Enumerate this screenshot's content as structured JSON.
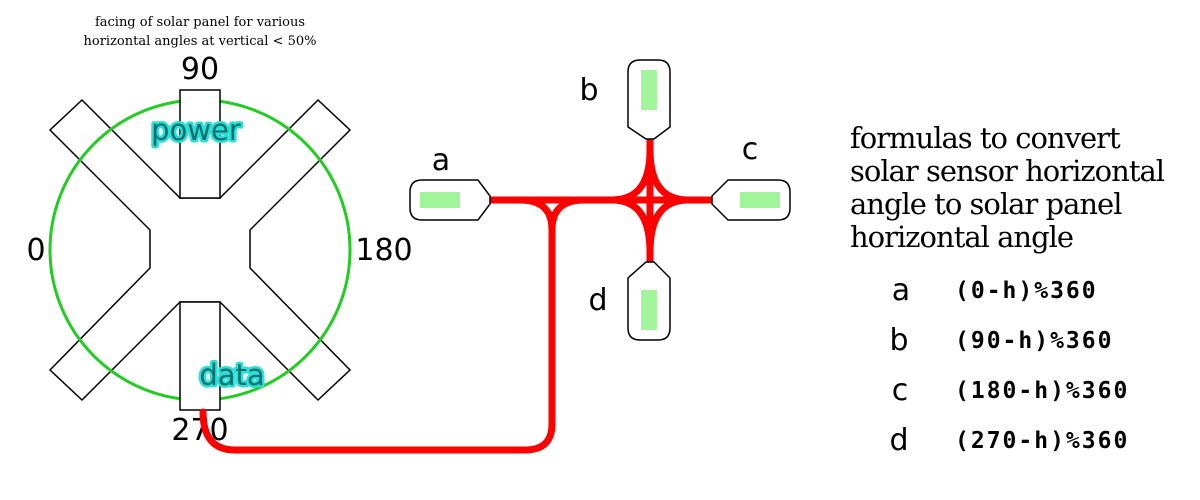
{
  "title": {
    "line1": "facing of solar panel for various",
    "line2": "horizontal angles at vertical < 50%"
  },
  "angles": {
    "top": "90",
    "left": "0",
    "right": "180",
    "bottom": "270"
  },
  "labels": {
    "power": "power",
    "data": "data"
  },
  "panels": {
    "a": "a",
    "b": "b",
    "c": "c",
    "d": "d"
  },
  "formulas": {
    "heading": [
      "formulas to convert",
      "solar sensor horizontal",
      "angle to solar panel",
      "horizontal angle"
    ],
    "rows": [
      {
        "key": "a",
        "expr": "(0-h)%360"
      },
      {
        "key": "b",
        "expr": "(90-h)%360"
      },
      {
        "key": "c",
        "expr": "(180-h)%360"
      },
      {
        "key": "d",
        "expr": "(270-h)%360"
      }
    ]
  },
  "colors": {
    "circle": "#22cc22",
    "wire": "#ff0000",
    "pad": "#a3f59c",
    "label_fill": "#0d6f6f",
    "label_halo": "#2ae0d6"
  }
}
